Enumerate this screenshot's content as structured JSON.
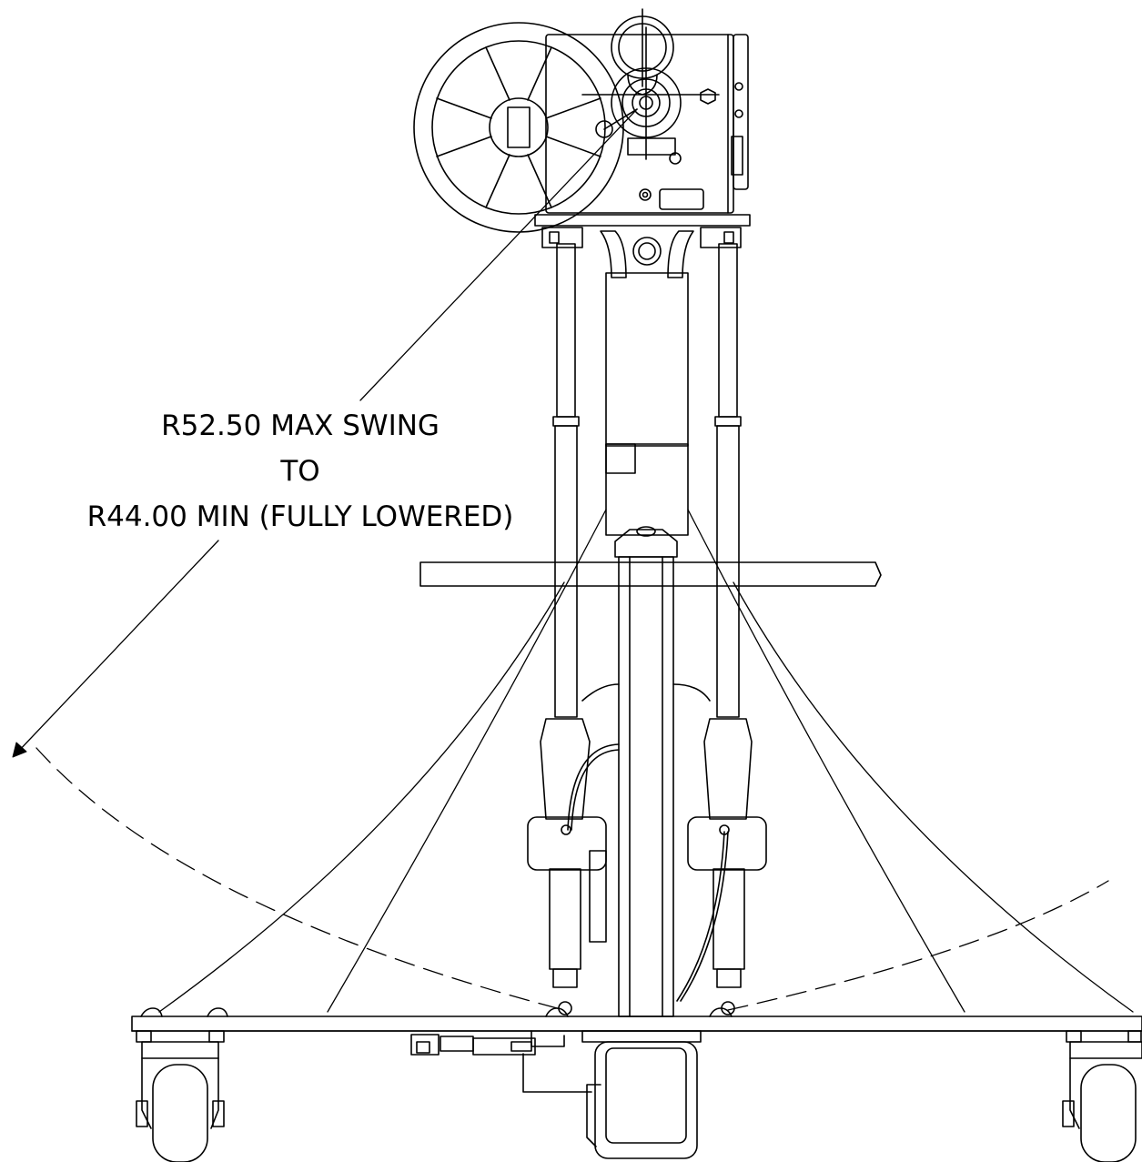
{
  "annotation": {
    "line1": "R52.50 MAX SWING",
    "line2": "TO",
    "line3": "R44.00 MIN (FULLY LOWERED)"
  },
  "colors": {
    "ink": "#000000",
    "paper": "#ffffff"
  }
}
